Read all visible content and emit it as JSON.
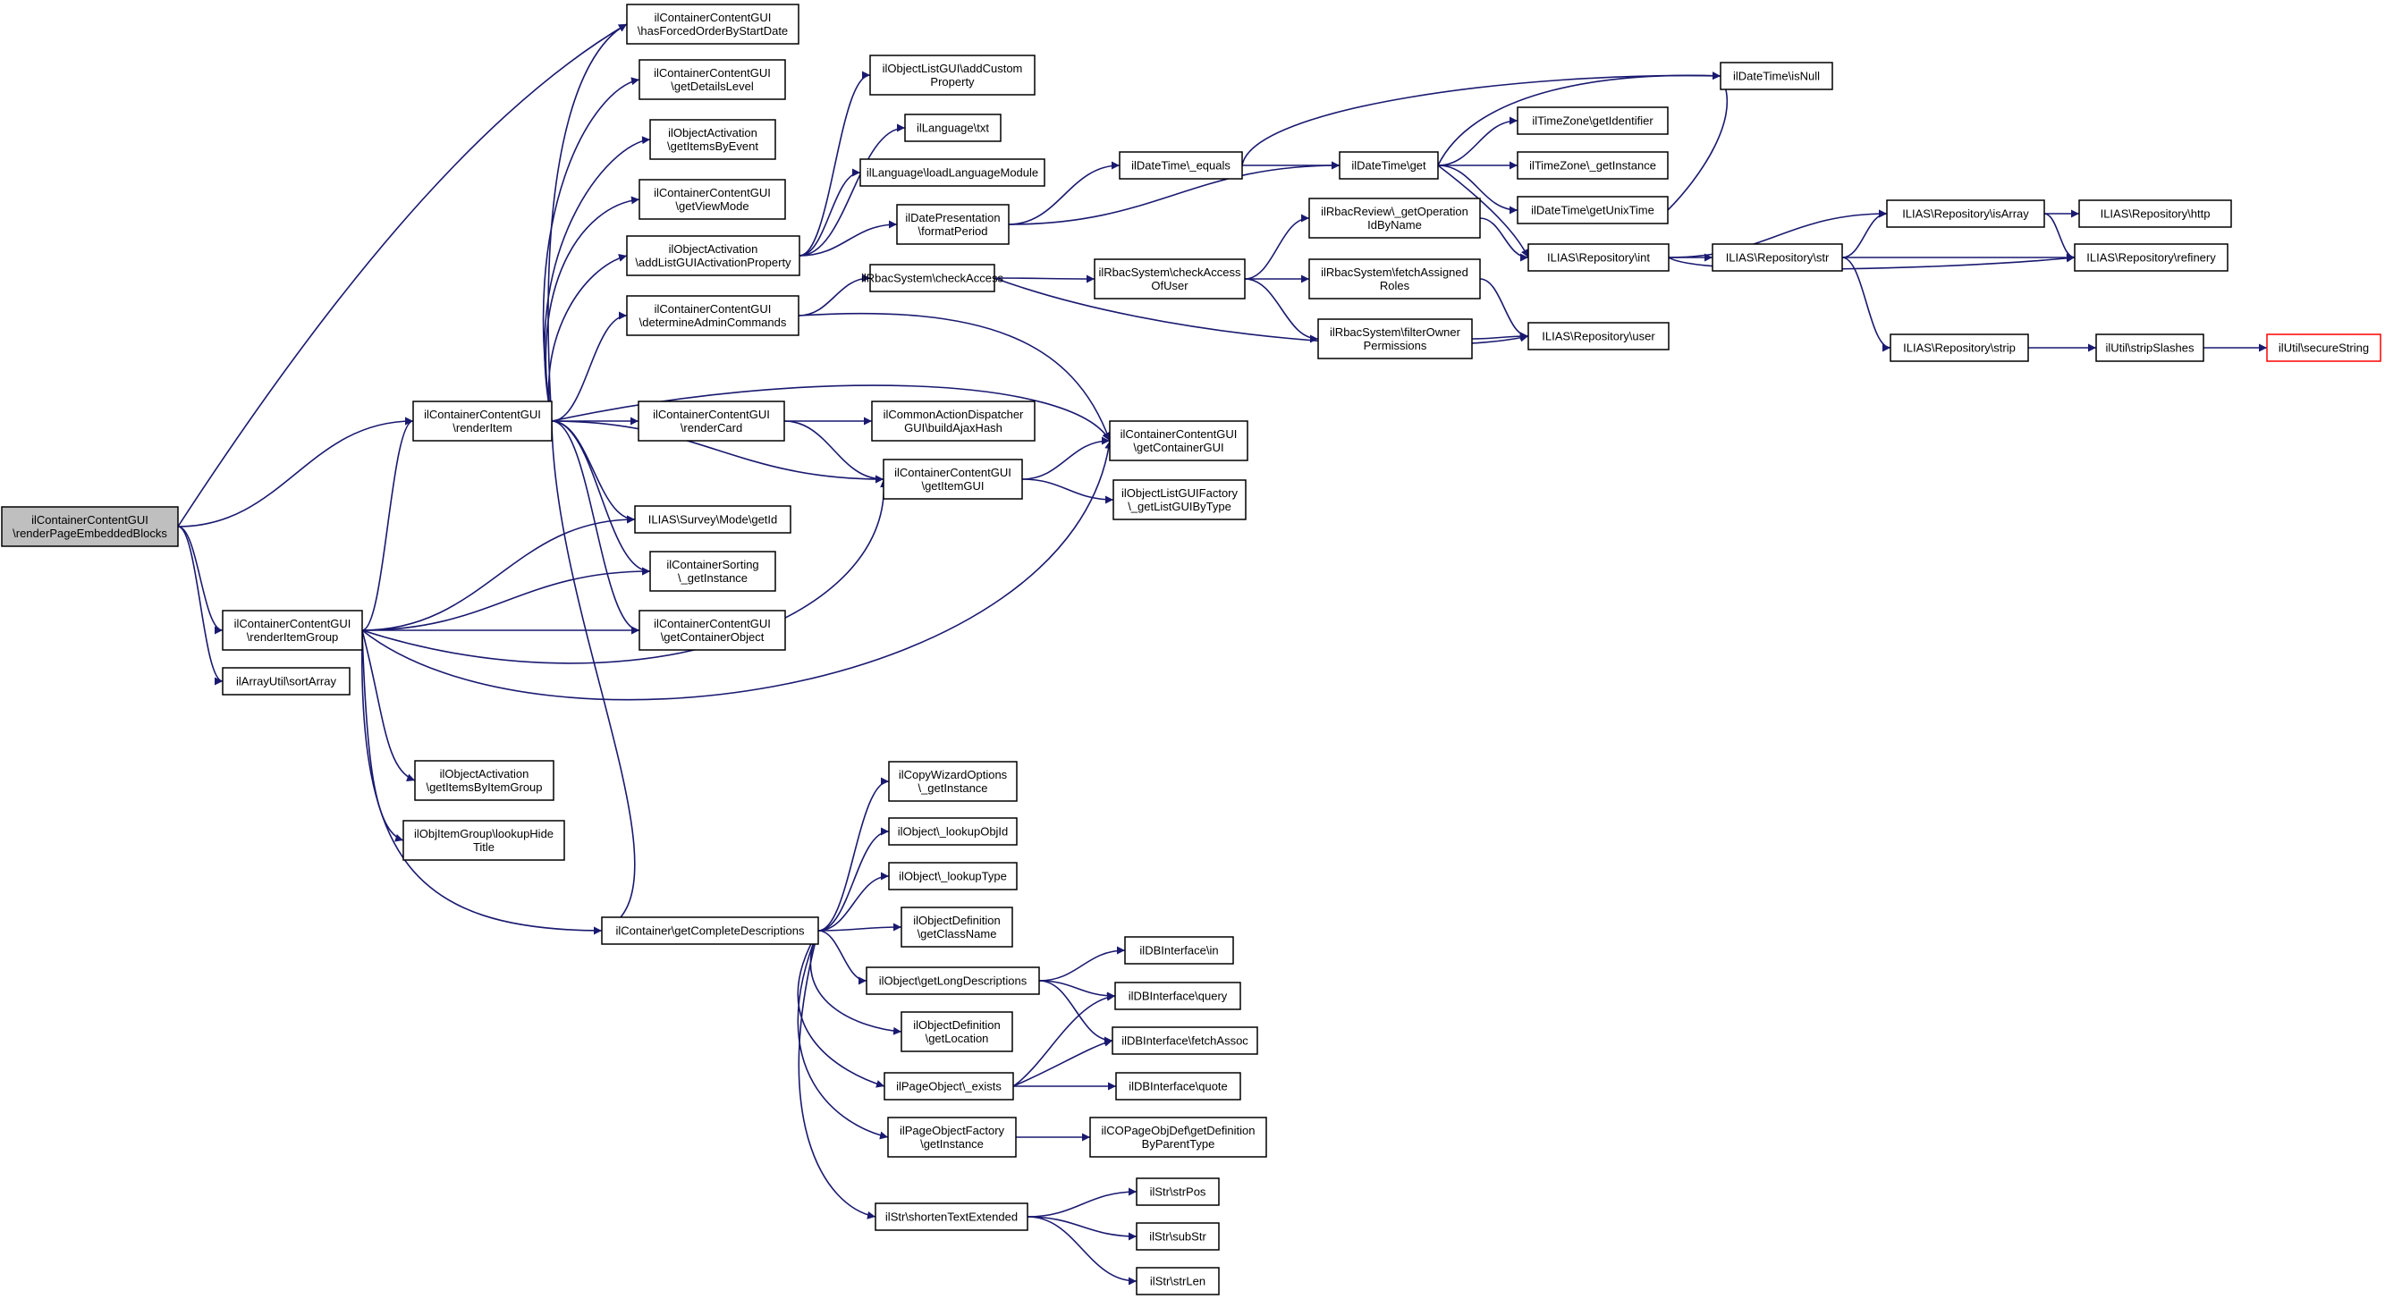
{
  "diagram": {
    "type": "call-graph",
    "edge_color": "#191970",
    "nodes": [
      {
        "id": "root",
        "lines": [
          "ilContainerContentGUI",
          "\\renderPageEmbeddedBlocks"
        ],
        "highlight": "root"
      },
      {
        "id": "hasForced",
        "lines": [
          "ilContainerContentGUI",
          "\\hasForcedOrderByStartDate"
        ]
      },
      {
        "id": "getDetailsLevel",
        "lines": [
          "ilContainerContentGUI",
          "\\getDetailsLevel"
        ]
      },
      {
        "id": "getItemsByEvent",
        "lines": [
          "ilObjectActivation",
          "\\getItemsByEvent"
        ]
      },
      {
        "id": "getViewMode",
        "lines": [
          "ilContainerContentGUI",
          "\\getViewMode"
        ]
      },
      {
        "id": "addListGUI",
        "lines": [
          "ilObjectActivation",
          "\\addListGUIActivationProperty"
        ]
      },
      {
        "id": "determineAdmin",
        "lines": [
          "ilContainerContentGUI",
          "\\determineAdminCommands"
        ]
      },
      {
        "id": "renderItem",
        "lines": [
          "ilContainerContentGUI",
          "\\renderItem"
        ]
      },
      {
        "id": "renderItemGroup",
        "lines": [
          "ilContainerContentGUI",
          "\\renderItemGroup"
        ]
      },
      {
        "id": "sortArray",
        "lines": [
          "ilArrayUtil\\sortArray"
        ]
      },
      {
        "id": "getItemsByItemGroup",
        "lines": [
          "ilObjectActivation",
          "\\getItemsByItemGroup"
        ]
      },
      {
        "id": "lookupHide",
        "lines": [
          "ilObjItemGroup\\lookupHide",
          "Title"
        ]
      },
      {
        "id": "addCustom",
        "lines": [
          "ilObjectListGUI\\addCustom",
          "Property"
        ]
      },
      {
        "id": "txt",
        "lines": [
          "ilLanguage\\txt"
        ]
      },
      {
        "id": "loadLang",
        "lines": [
          "ilLanguage\\loadLanguageModule"
        ]
      },
      {
        "id": "formatPeriod",
        "lines": [
          "ilDatePresentation",
          "\\formatPeriod"
        ]
      },
      {
        "id": "checkAccess",
        "lines": [
          "ilRbacSystem\\checkAccess"
        ]
      },
      {
        "id": "renderCard",
        "lines": [
          "ilContainerContentGUI",
          "\\renderCard"
        ]
      },
      {
        "id": "buildAjax",
        "lines": [
          "ilCommonActionDispatcher",
          "GUI\\buildAjaxHash"
        ]
      },
      {
        "id": "getItemGUI",
        "lines": [
          "ilContainerContentGUI",
          "\\getItemGUI"
        ]
      },
      {
        "id": "surveyGetId",
        "lines": [
          "ILIAS\\Survey\\Mode\\getId"
        ]
      },
      {
        "id": "sortingInst",
        "lines": [
          "ilContainerSorting",
          "\\_getInstance"
        ]
      },
      {
        "id": "getContainerObject",
        "lines": [
          "ilContainerContentGUI",
          "\\getContainerObject"
        ]
      },
      {
        "id": "getContainerGUI",
        "lines": [
          "ilContainerContentGUI",
          "\\getContainerGUI"
        ]
      },
      {
        "id": "getListGUIByType",
        "lines": [
          "ilObjectListGUIFactory",
          "\\_getListGUIByType"
        ]
      },
      {
        "id": "dtEquals",
        "lines": [
          "ilDateTime\\_equals"
        ]
      },
      {
        "id": "dtGet",
        "lines": [
          "ilDateTime\\get"
        ]
      },
      {
        "id": "dtIsNull",
        "lines": [
          "ilDateTime\\isNull"
        ]
      },
      {
        "id": "tzGetId",
        "lines": [
          "ilTimeZone\\getIdentifier"
        ]
      },
      {
        "id": "tzGetInst",
        "lines": [
          "ilTimeZone\\_getInstance"
        ]
      },
      {
        "id": "dtUnix",
        "lines": [
          "ilDateTime\\getUnixTime"
        ]
      },
      {
        "id": "getOpId",
        "lines": [
          "ilRbacReview\\_getOperation",
          "IdByName"
        ]
      },
      {
        "id": "checkAccessOfUser",
        "lines": [
          "ilRbacSystem\\checkAccess",
          "OfUser"
        ]
      },
      {
        "id": "fetchAssigned",
        "lines": [
          "ilRbacSystem\\fetchAssigned",
          "Roles"
        ]
      },
      {
        "id": "filterOwner",
        "lines": [
          "ilRbacSystem\\filterOwner",
          "Permissions"
        ]
      },
      {
        "id": "repoInt",
        "lines": [
          "ILIAS\\Repository\\int"
        ]
      },
      {
        "id": "repoUser",
        "lines": [
          "ILIAS\\Repository\\user"
        ]
      },
      {
        "id": "repoIsArray",
        "lines": [
          "ILIAS\\Repository\\isArray"
        ]
      },
      {
        "id": "repoStr",
        "lines": [
          "ILIAS\\Repository\\str"
        ]
      },
      {
        "id": "repoHttp",
        "lines": [
          "ILIAS\\Repository\\http"
        ]
      },
      {
        "id": "repoRefinery",
        "lines": [
          "ILIAS\\Repository\\refinery"
        ]
      },
      {
        "id": "repoStrip",
        "lines": [
          "ILIAS\\Repository\\strip"
        ]
      },
      {
        "id": "stripSlashes",
        "lines": [
          "ilUtil\\stripSlashes"
        ]
      },
      {
        "id": "secureString",
        "lines": [
          "ilUtil\\secureString"
        ],
        "highlight": "red"
      },
      {
        "id": "getCompleteDesc",
        "lines": [
          "ilContainer\\getCompleteDescriptions"
        ]
      },
      {
        "id": "copyWizard",
        "lines": [
          "ilCopyWizardOptions",
          "\\_getInstance"
        ]
      },
      {
        "id": "lookupObjId",
        "lines": [
          "ilObject\\_lookupObjId"
        ]
      },
      {
        "id": "lookupType",
        "lines": [
          "ilObject\\_lookupType"
        ]
      },
      {
        "id": "getClassName",
        "lines": [
          "ilObjectDefinition",
          "\\getClassName"
        ]
      },
      {
        "id": "getLongDesc",
        "lines": [
          "ilObject\\getLongDescriptions"
        ]
      },
      {
        "id": "getLocation",
        "lines": [
          "ilObjectDefinition",
          "\\getLocation"
        ]
      },
      {
        "id": "pageExists",
        "lines": [
          "ilPageObject\\_exists"
        ]
      },
      {
        "id": "pageFactory",
        "lines": [
          "ilPageObjectFactory",
          "\\getInstance"
        ]
      },
      {
        "id": "shortenText",
        "lines": [
          "ilStr\\shortenTextExtended"
        ]
      },
      {
        "id": "dbIn",
        "lines": [
          "ilDBInterface\\in"
        ]
      },
      {
        "id": "dbQuery",
        "lines": [
          "ilDBInterface\\query"
        ]
      },
      {
        "id": "dbFetch",
        "lines": [
          "ilDBInterface\\fetchAssoc"
        ]
      },
      {
        "id": "dbQuote",
        "lines": [
          "ilDBInterface\\quote"
        ]
      },
      {
        "id": "copageDef",
        "lines": [
          "ilCOPageObjDef\\getDefinition",
          "ByParentType"
        ]
      },
      {
        "id": "strPos",
        "lines": [
          "ilStr\\strPos"
        ]
      },
      {
        "id": "subStr",
        "lines": [
          "ilStr\\subStr"
        ]
      },
      {
        "id": "strLen",
        "lines": [
          "ilStr\\strLen"
        ]
      }
    ],
    "edges": [
      [
        "root",
        "hasForced"
      ],
      [
        "root",
        "renderItem"
      ],
      [
        "root",
        "renderItemGroup"
      ],
      [
        "root",
        "sortArray"
      ],
      [
        "renderItem",
        "hasForced"
      ],
      [
        "renderItem",
        "getDetailsLevel"
      ],
      [
        "renderItem",
        "getItemsByEvent"
      ],
      [
        "renderItem",
        "getViewMode"
      ],
      [
        "renderItem",
        "addListGUI"
      ],
      [
        "renderItem",
        "determineAdmin"
      ],
      [
        "renderItem",
        "getContainerGUI"
      ],
      [
        "renderItem",
        "renderCard"
      ],
      [
        "renderItem",
        "getItemGUI"
      ],
      [
        "renderItem",
        "surveyGetId"
      ],
      [
        "renderItem",
        "sortingInst"
      ],
      [
        "renderItem",
        "getContainerObject"
      ],
      [
        "renderItem",
        "getCompleteDesc"
      ],
      [
        "renderItemGroup",
        "renderItem"
      ],
      [
        "renderItemGroup",
        "surveyGetId"
      ],
      [
        "renderItemGroup",
        "sortingInst"
      ],
      [
        "renderItemGroup",
        "getContainerObject"
      ],
      [
        "renderItemGroup",
        "getItemGUI"
      ],
      [
        "renderItemGroup",
        "getContainerGUI"
      ],
      [
        "renderItemGroup",
        "getItemsByItemGroup"
      ],
      [
        "renderItemGroup",
        "lookupHide"
      ],
      [
        "renderItemGroup",
        "getCompleteDesc"
      ],
      [
        "addListGUI",
        "addCustom"
      ],
      [
        "addListGUI",
        "txt"
      ],
      [
        "addListGUI",
        "loadLang"
      ],
      [
        "addListGUI",
        "formatPeriod"
      ],
      [
        "determineAdmin",
        "checkAccess"
      ],
      [
        "determineAdmin",
        "getContainerGUI"
      ],
      [
        "renderCard",
        "buildAjax"
      ],
      [
        "renderCard",
        "getItemGUI"
      ],
      [
        "getItemGUI",
        "getContainerGUI"
      ],
      [
        "getItemGUI",
        "getListGUIByType"
      ],
      [
        "formatPeriod",
        "dtEquals"
      ],
      [
        "formatPeriod",
        "dtGet"
      ],
      [
        "dtEquals",
        "dtIsNull"
      ],
      [
        "dtEquals",
        "dtGet"
      ],
      [
        "dtGet",
        "dtIsNull"
      ],
      [
        "dtGet",
        "tzGetId"
      ],
      [
        "dtGet",
        "tzGetInst"
      ],
      [
        "dtGet",
        "dtUnix"
      ],
      [
        "dtGet",
        "repoInt"
      ],
      [
        "dtUnix",
        "dtIsNull"
      ],
      [
        "checkAccess",
        "checkAccessOfUser"
      ],
      [
        "checkAccess",
        "repoUser"
      ],
      [
        "checkAccessOfUser",
        "getOpId"
      ],
      [
        "checkAccessOfUser",
        "fetchAssigned"
      ],
      [
        "checkAccessOfUser",
        "filterOwner"
      ],
      [
        "getOpId",
        "repoInt"
      ],
      [
        "fetchAssigned",
        "repoUser"
      ],
      [
        "filterOwner",
        "repoUser"
      ],
      [
        "repoInt",
        "repoIsArray"
      ],
      [
        "repoInt",
        "repoStr"
      ],
      [
        "repoInt",
        "repoRefinery"
      ],
      [
        "repoStr",
        "repoIsArray"
      ],
      [
        "repoStr",
        "repoRefinery"
      ],
      [
        "repoStr",
        "repoStrip"
      ],
      [
        "repoIsArray",
        "repoHttp"
      ],
      [
        "repoIsArray",
        "repoRefinery"
      ],
      [
        "repoStrip",
        "stripSlashes"
      ],
      [
        "stripSlashes",
        "secureString"
      ],
      [
        "getCompleteDesc",
        "copyWizard"
      ],
      [
        "getCompleteDesc",
        "lookupObjId"
      ],
      [
        "getCompleteDesc",
        "lookupType"
      ],
      [
        "getCompleteDesc",
        "getClassName"
      ],
      [
        "getCompleteDesc",
        "getLongDesc"
      ],
      [
        "getCompleteDesc",
        "getLocation"
      ],
      [
        "getCompleteDesc",
        "pageExists"
      ],
      [
        "getCompleteDesc",
        "pageFactory"
      ],
      [
        "getCompleteDesc",
        "shortenText"
      ],
      [
        "getLongDesc",
        "dbIn"
      ],
      [
        "getLongDesc",
        "dbQuery"
      ],
      [
        "getLongDesc",
        "dbFetch"
      ],
      [
        "pageExists",
        "dbQuery"
      ],
      [
        "pageExists",
        "dbFetch"
      ],
      [
        "pageExists",
        "dbQuote"
      ],
      [
        "pageFactory",
        "copageDef"
      ],
      [
        "shortenText",
        "strPos"
      ],
      [
        "shortenText",
        "subStr"
      ],
      [
        "shortenText",
        "strLen"
      ]
    ]
  }
}
